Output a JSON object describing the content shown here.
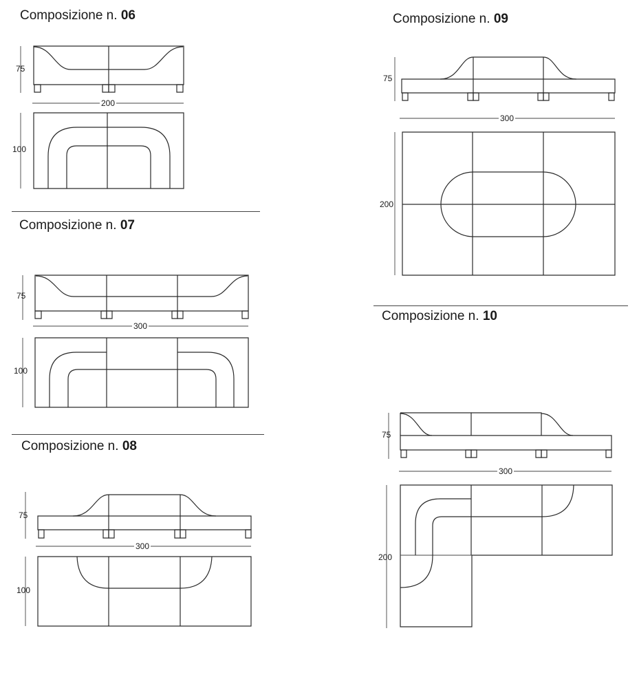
{
  "compositions": [
    {
      "prefix": "Composizione n.",
      "number": "06",
      "height_label": "75",
      "width_label": "200",
      "depth_label": "100"
    },
    {
      "prefix": "Composizione n.",
      "number": "07",
      "height_label": "75",
      "width_label": "300",
      "depth_label": "100"
    },
    {
      "prefix": "Composizione n.",
      "number": "08",
      "height_label": "75",
      "width_label": "300",
      "depth_label": "100"
    },
    {
      "prefix": "Composizione n.",
      "number": "09",
      "height_label": "75",
      "width_label": "300",
      "depth_label": "200"
    },
    {
      "prefix": "Composizione n.",
      "number": "10",
      "height_label": "75",
      "width_label": "300",
      "depth_label": "200"
    }
  ]
}
